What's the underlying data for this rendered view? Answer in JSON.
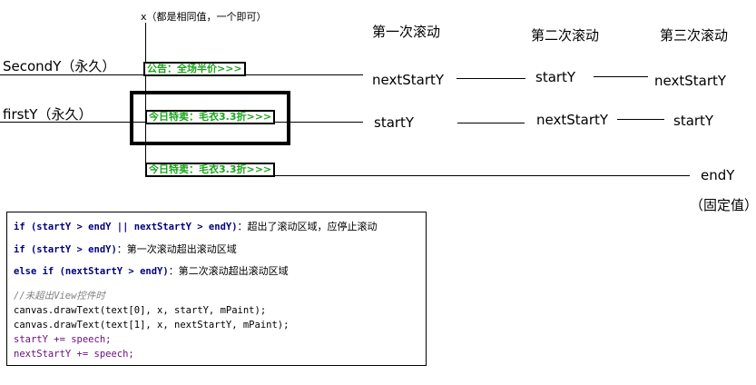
{
  "top_note": "x（都是相同值，一个即可）",
  "columns": [
    "第一次滚动",
    "第二次滚动",
    "第三次滚动"
  ],
  "left_labels": {
    "second": "SecondY（永久）",
    "first": "firstY（永久）"
  },
  "tickers": {
    "notice": "公告：全场半价>>>",
    "deal_current": "今日特卖：毛衣3.3折>>>",
    "deal_below": "今日特卖：毛衣3.3折>>>"
  },
  "rows": {
    "upper": [
      "nextStartY",
      "startY",
      "nextStartY"
    ],
    "lower": [
      "startY",
      "nextStartY",
      "startY"
    ]
  },
  "end": {
    "label": "endY",
    "note": "（固定值）"
  },
  "code": {
    "line1_code": "if (startY > endY || nextStartY > endY)",
    "line1_comment": "：超出了滚动区域，应停止滚动",
    "line2_code": "if (startY > endY)",
    "line2_comment": "：第一次滚动超出滚动区域",
    "line3_code": "else if (nextStartY > endY)",
    "line3_comment": "：第二次滚动超出滚动区域",
    "comment": "//未超出View控件时",
    "draw1": "canvas.drawText(text[0], x, startY, mPaint);",
    "draw2": "canvas.drawText(text[1], x, nextStartY, mPaint);",
    "inc1": "startY += speech;",
    "inc2": "nextStartY += speech;"
  }
}
